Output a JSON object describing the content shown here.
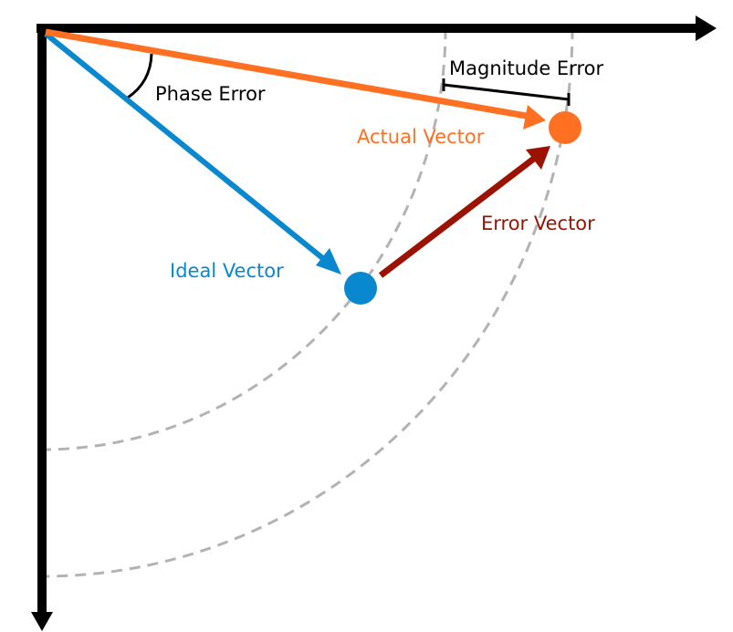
{
  "title": "Error Vector Magnitude diagram",
  "labels": {
    "phase_error": "Phase Error",
    "magnitude_error": "Magnitude Error",
    "actual_vector": "Actual Vector",
    "ideal_vector": "Ideal Vector",
    "error_vector": "Error Vector"
  },
  "colors": {
    "axis": "#000000",
    "ideal": "#0a88cf",
    "actual": "#ff7022",
    "error": "#9b1300",
    "arc": "#b3b3b3",
    "text": "#000000"
  }
}
